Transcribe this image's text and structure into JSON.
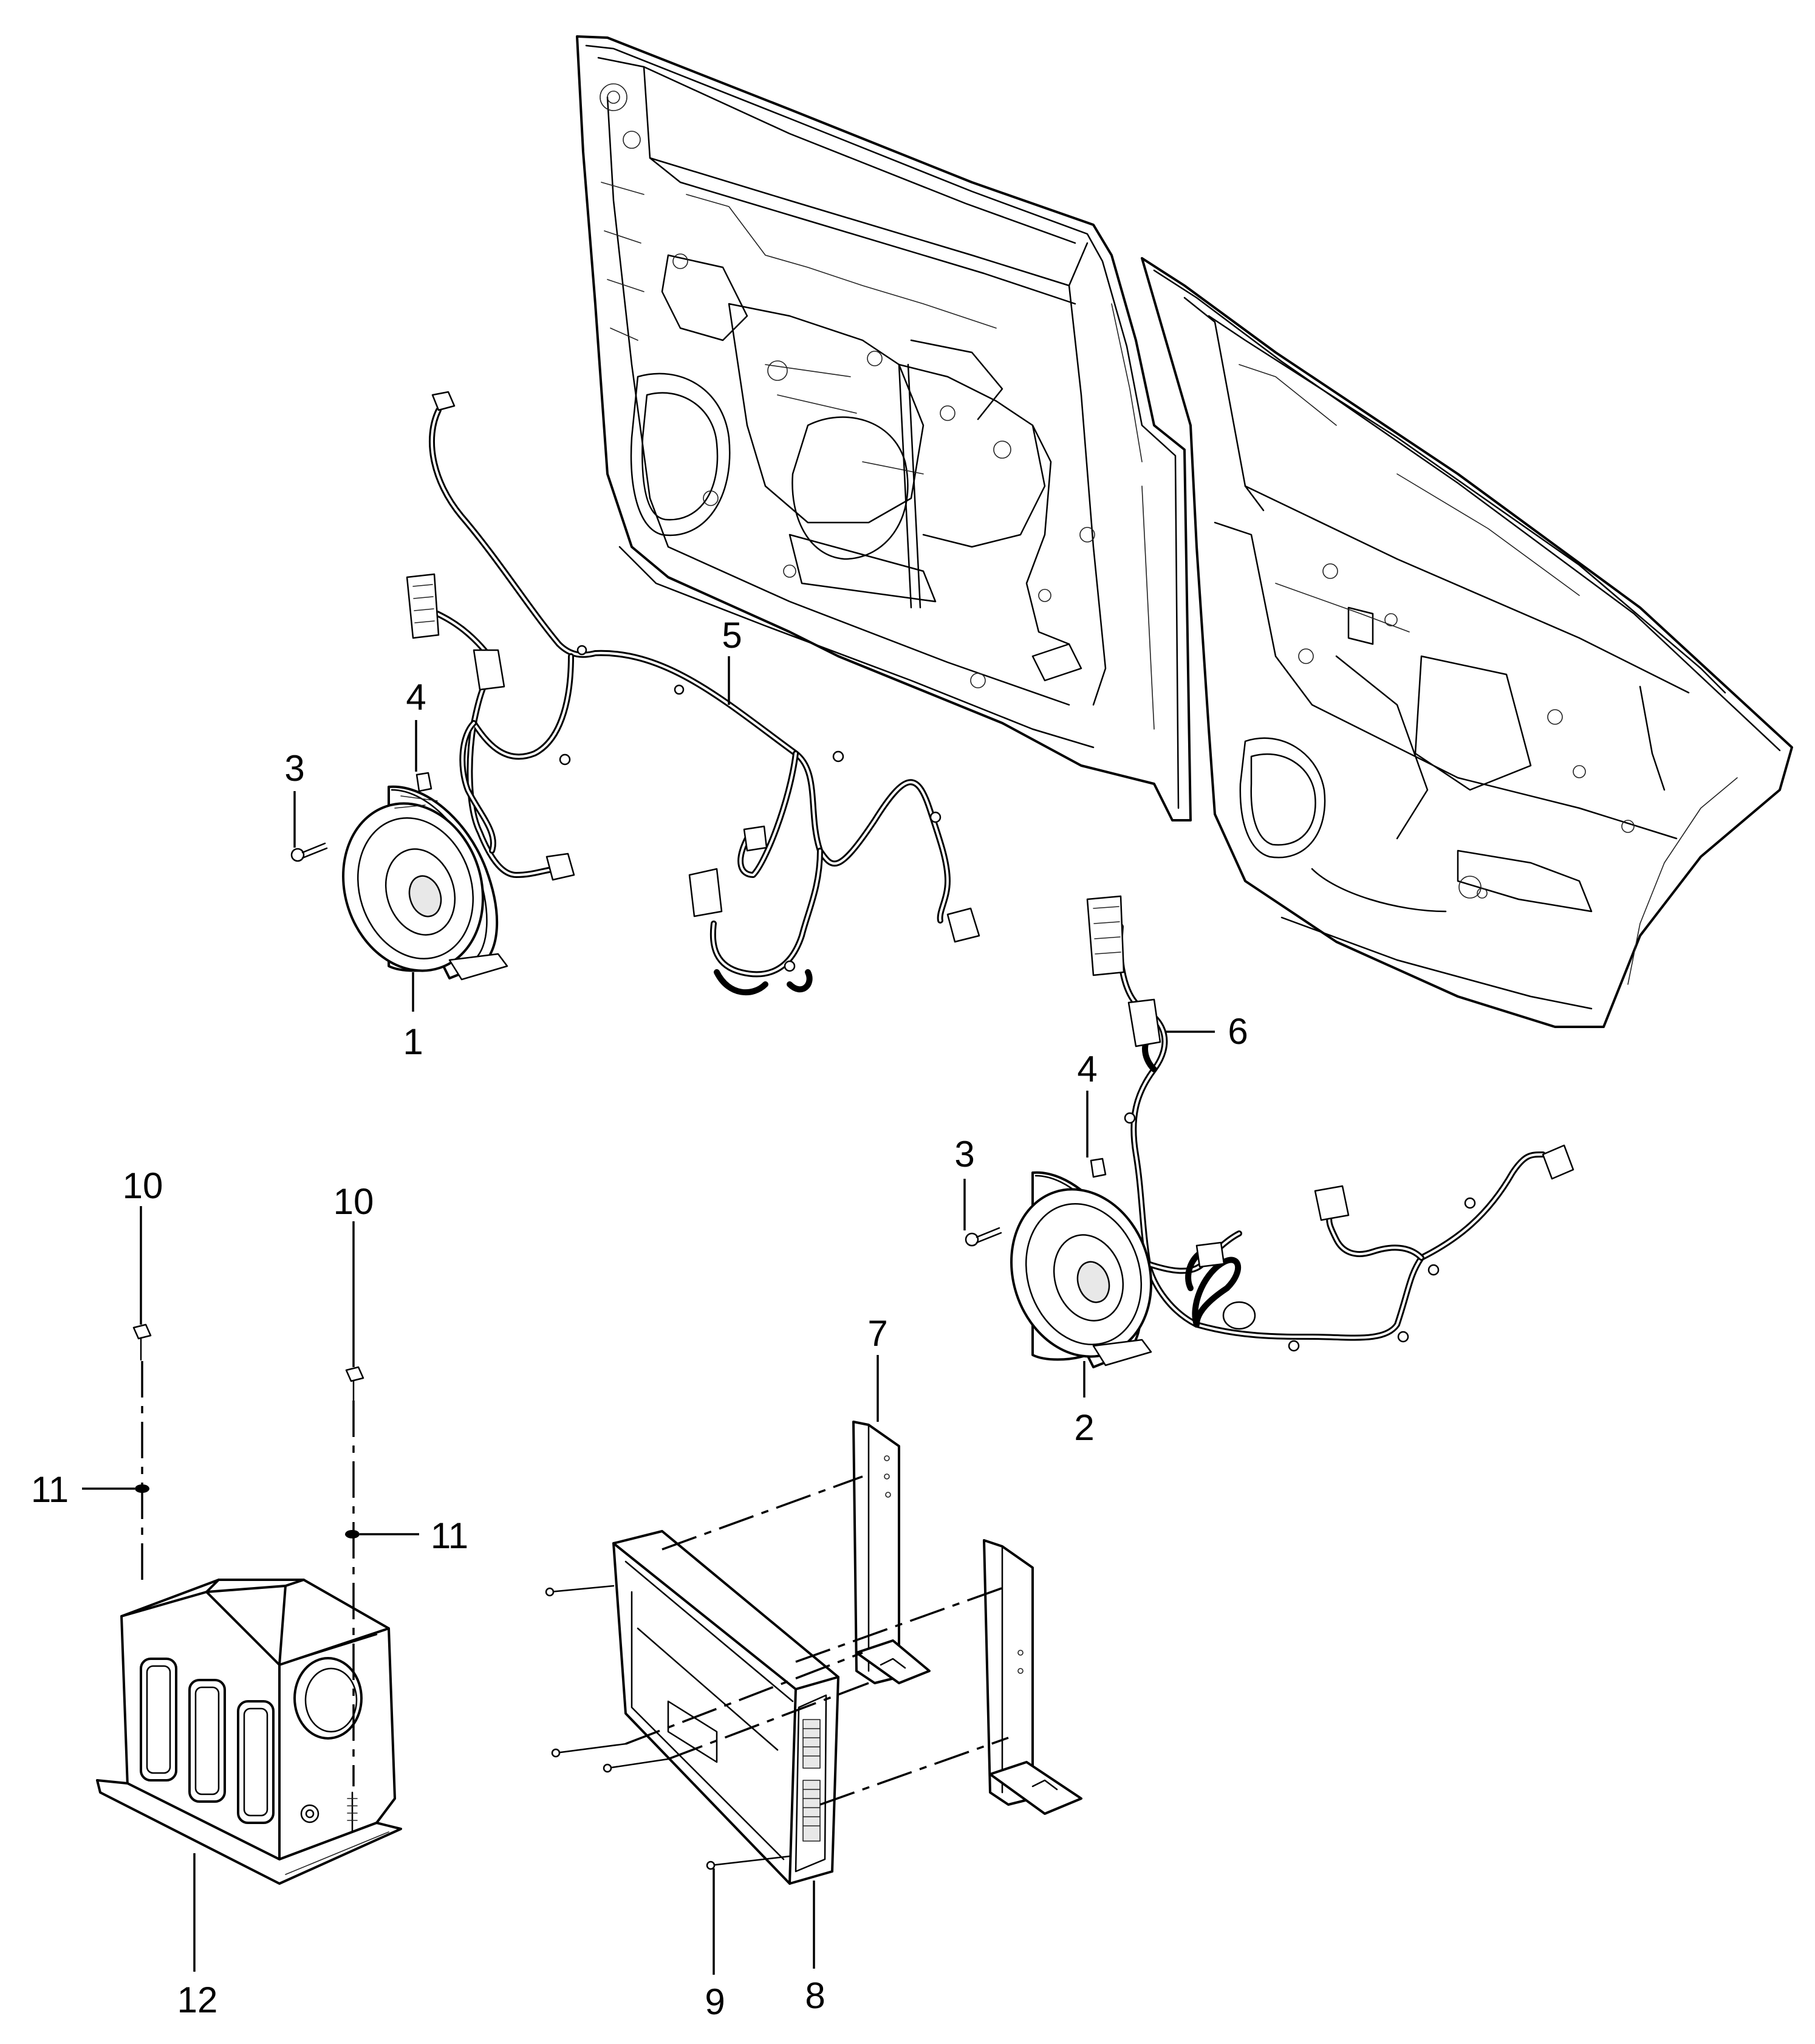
{
  "diagram": {
    "type": "exploded-parts-view",
    "callouts": [
      {
        "id": "c1",
        "label": "1"
      },
      {
        "id": "c2",
        "label": "2"
      },
      {
        "id": "c3a",
        "label": "3"
      },
      {
        "id": "c3b",
        "label": "3"
      },
      {
        "id": "c4a",
        "label": "4"
      },
      {
        "id": "c4b",
        "label": "4"
      },
      {
        "id": "c5",
        "label": "5"
      },
      {
        "id": "c6",
        "label": "6"
      },
      {
        "id": "c7",
        "label": "7"
      },
      {
        "id": "c8",
        "label": "8"
      },
      {
        "id": "c9",
        "label": "9"
      },
      {
        "id": "c10a",
        "label": "10"
      },
      {
        "id": "c10b",
        "label": "10"
      },
      {
        "id": "c11a",
        "label": "11"
      },
      {
        "id": "c11b",
        "label": "11"
      },
      {
        "id": "c12",
        "label": "12"
      }
    ]
  }
}
